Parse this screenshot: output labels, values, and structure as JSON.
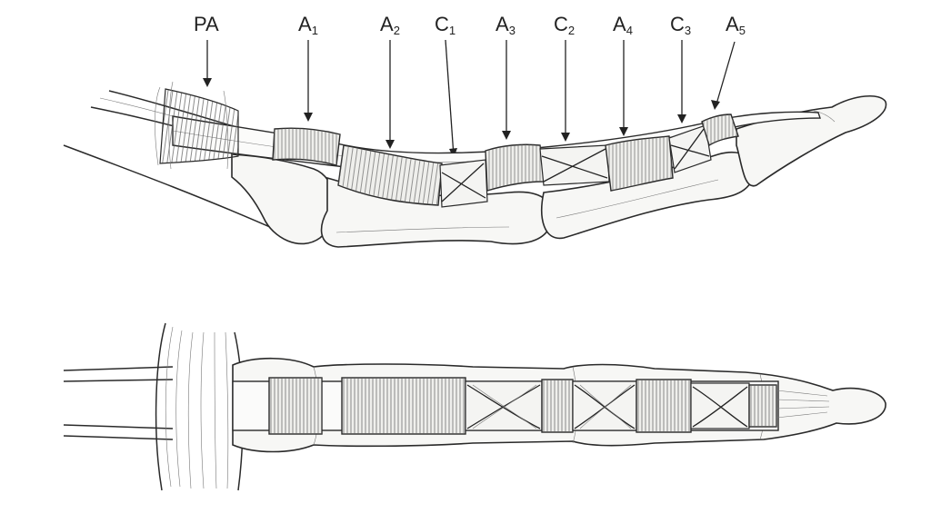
{
  "labels": [
    {
      "key": "pa",
      "main": "PA",
      "sub": ""
    },
    {
      "key": "a1",
      "main": "A",
      "sub": "1"
    },
    {
      "key": "a2",
      "main": "A",
      "sub": "2"
    },
    {
      "key": "c1",
      "main": "C",
      "sub": "1"
    },
    {
      "key": "a3",
      "main": "A",
      "sub": "3"
    },
    {
      "key": "c2",
      "main": "C",
      "sub": "2"
    },
    {
      "key": "a4",
      "main": "A",
      "sub": "4"
    },
    {
      "key": "c3",
      "main": "C",
      "sub": "3"
    },
    {
      "key": "a5",
      "main": "A",
      "sub": "5"
    }
  ]
}
